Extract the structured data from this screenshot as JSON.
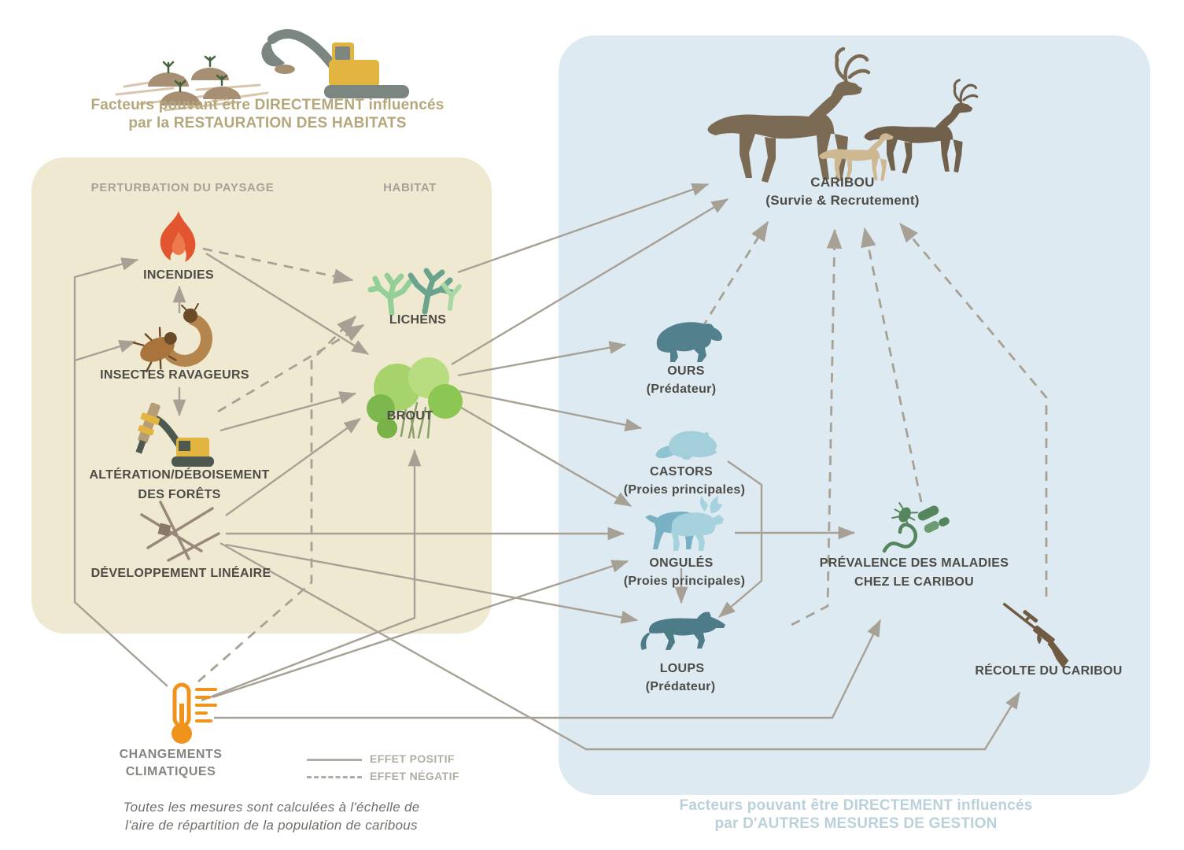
{
  "titles": {
    "left": {
      "line1": "Facteurs pouvant être DIRECTEMENT influencés",
      "line2": "par la RESTAURATION DES HABITATS"
    },
    "right": {
      "line1": "Facteurs pouvant être DIRECTEMENT influencés",
      "line2": "par D'AUTRES MESURES DE GESTION"
    }
  },
  "panels": {
    "left": {
      "header_disturbance": "PERTURBATION DU PAYSAGE",
      "header_habitat": "HABITAT"
    }
  },
  "nodes": {
    "incendies": {
      "label": "INCENDIES"
    },
    "insectes": {
      "label": "INSECTES RAVAGEURS"
    },
    "alteration": {
      "line1": "ALTÉRATION/DÉBOISEMENT",
      "line2": "DES FORÊTS"
    },
    "developpement": {
      "label": "DÉVELOPPEMENT LINÉAIRE"
    },
    "lichens": {
      "label": "LICHENS"
    },
    "brout": {
      "label": "BROUT"
    },
    "caribou": {
      "label": "CARIBOU",
      "sub": "(Survie & Recrutement)"
    },
    "ours": {
      "label": "OURS",
      "sub": "(Prédateur)"
    },
    "castors": {
      "label": "CASTORS",
      "sub": "(Proies principales)"
    },
    "ongules": {
      "label": "ONGULÉS",
      "sub": "(Proies principales)"
    },
    "loups": {
      "label": "LOUPS",
      "sub": "(Prédateur)"
    },
    "prevalence": {
      "line1": "PRÉVALENCE DES MALADIES",
      "line2": "CHEZ LE CARIBOU"
    },
    "recolte": {
      "label": "RÉCOLTE DU CARIBOU"
    },
    "climat": {
      "line1": "CHANGEMENTS",
      "line2": "CLIMATIQUES"
    }
  },
  "legend": {
    "positive": "EFFET POSITIF",
    "negative": "EFFET NÉGATIF"
  },
  "note": {
    "line1": "Toutes les mesures sont calculées à l'échelle de",
    "line2": "l'aire de répartition de la population de caribous"
  },
  "icons": {
    "restoration": "mounds-and-excavator-icon",
    "incendies": "fire-icon",
    "insectes": "beetle-larva-icon",
    "alteration": "harvester-icon",
    "developpement": "crossing-lines-icon",
    "lichens": "lichen-icon",
    "brout": "shrub-icon",
    "caribou": "caribou-herd-icon",
    "ours": "bear-icon",
    "castors": "beaver-icon",
    "ongules": "moose-deer-icon",
    "loups": "wolf-icon",
    "prevalence": "parasites-icon",
    "recolte": "rifle-icon",
    "climat": "thermometer-icon"
  },
  "colors": {
    "panel_left_bg": "#f0e9d2",
    "panel_right_bg": "#ddeaf1",
    "arrow": "#a7a195",
    "label_dark": "#4c4b45",
    "title_tan": "#b5a77c",
    "title_blue": "#bad1da",
    "fire": "#e2552f",
    "climate_orange": "#f0931d",
    "predator_teal": "#53808d",
    "prey_blue": "#a3cfdb",
    "caribou_brown": "#7b6a54",
    "calf_tan": "#cdb892",
    "disease_green": "#55855c"
  }
}
